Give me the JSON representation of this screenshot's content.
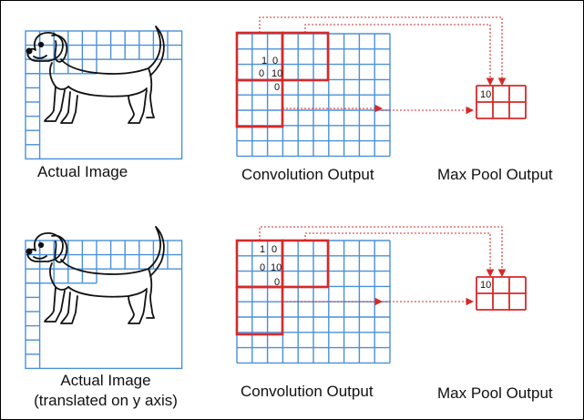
{
  "colors": {
    "grid": "#4a90d9",
    "highlight": "#d42a2a",
    "arrow": "#d42a2a",
    "text": "#111111",
    "background": "#ffffff"
  },
  "icons": [
    "dog-illustration",
    "dotted-arrow"
  ],
  "rows": [
    {
      "actual_caption": "Actual Image",
      "actual_caption_line2": "",
      "conv_caption": "Convolution Output",
      "pool_caption": "Max Pool Output",
      "conv_values": [
        "1",
        "0",
        "0",
        "10",
        "0"
      ],
      "pool_value": "10"
    },
    {
      "actual_caption": "Actual Image",
      "actual_caption_line2": "(translated on y axis)",
      "conv_caption": "Convolution Output",
      "pool_caption": "Max Pool Output",
      "conv_values": [
        "1",
        "0",
        "0",
        "10",
        "0"
      ],
      "pool_value": "10"
    }
  ]
}
